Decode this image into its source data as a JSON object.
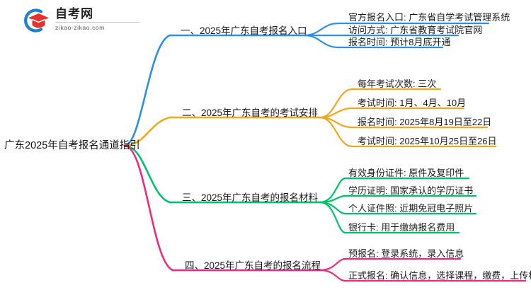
{
  "brand": {
    "logo_icon": "graduation-cap-logo-icon",
    "name_cn": "自考网",
    "url": "zikao-zikao.com",
    "arc_color": "#1b7fd4",
    "cap_color": "#e8312a"
  },
  "mindmap": {
    "root": {
      "label": "广东2025年自考报名通道指引"
    },
    "branches": [
      {
        "index": 1,
        "color": "#2e8fe6",
        "label": "一、2025年广东自考报名入口",
        "children": [
          "官方报名入口: 广东省自学考试管理系统",
          "访问方式: 广东省教育考试院官网",
          "报名时间: 预计8月底开通"
        ]
      },
      {
        "index": 2,
        "color": "#f0a81e",
        "label": "二、2025年广东自考的考试安排",
        "children": [
          "每年考试次数: 三次",
          "考试时间: 1月、4月、10月",
          "报名时间: 2025年8月19日至22日",
          "考试时间: 2025年10月25日至26日"
        ]
      },
      {
        "index": 3,
        "color": "#00c46c",
        "label": "三、2025年广东自考的报名材料",
        "children": [
          "有效身份证件: 原件及复印件",
          "学历证明: 国家承认的学历证书",
          "个人证件照: 近期免冠电子照片",
          "银行卡: 用于缴纳报名费用"
        ]
      },
      {
        "index": 4,
        "color": "#f02b7e",
        "label": "四、2025年广东自考的报名流程",
        "children": [
          "预报名: 登录系统，录入信息",
          "正式报名: 确认信息，选择课程，缴费，上传材料"
        ]
      }
    ]
  }
}
